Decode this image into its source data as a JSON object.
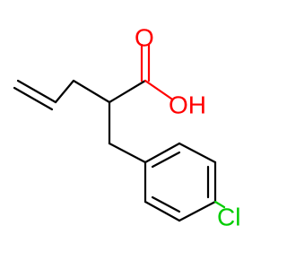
{
  "colors": {
    "bond": "#000000",
    "oxygen": "#ff0000",
    "chlorine": "#00cc00"
  },
  "atoms": {
    "carbonyl_o": "O",
    "hydroxyl": "OH",
    "chlorine": "Cl"
  }
}
